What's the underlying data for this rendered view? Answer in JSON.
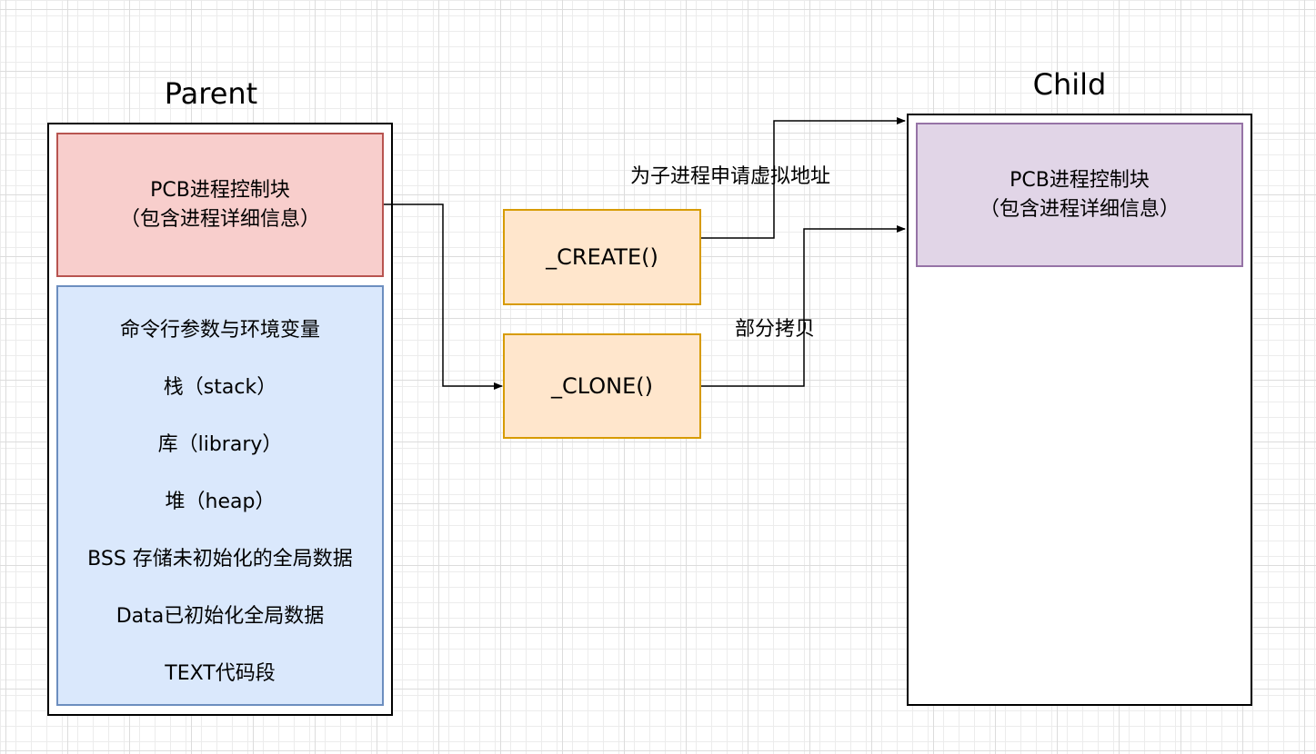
{
  "parent": {
    "title": "Parent",
    "pcb_line1": "PCB进程控制块",
    "pcb_line2": "（包含进程详细信息）",
    "memory_segments": [
      "命令行参数与环境变量",
      "栈（stack）",
      "库（library）",
      "堆（heap）",
      "BSS 存储未初始化的全局数据",
      "Data已初始化全局数据",
      "TEXT代码段"
    ]
  },
  "child": {
    "title": "Child",
    "pcb_line1": "PCB进程控制块",
    "pcb_line2": "（包含进程详细信息）"
  },
  "functions": {
    "create": "_CREATE()",
    "clone": "_CLONE()"
  },
  "edge_labels": {
    "create": "为子进程申请虚拟地址",
    "clone": "部分拷贝"
  },
  "colors": {
    "pcb_parent_fill": "#f8cecc",
    "pcb_child_fill": "#e1d5e7",
    "memory_fill": "#dae8fc",
    "function_fill": "#ffe6cc"
  }
}
